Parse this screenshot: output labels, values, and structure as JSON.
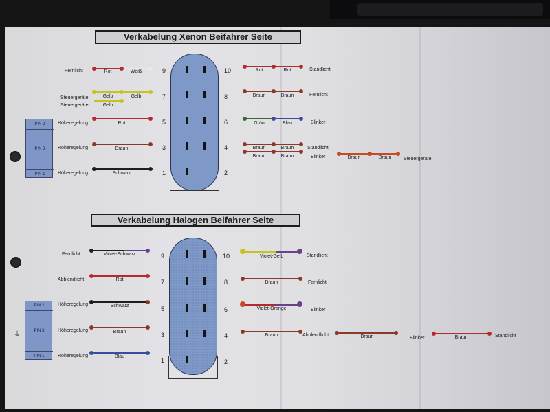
{
  "colors": {
    "rot": "#b52a30",
    "weiss": "#e8e8ea",
    "gelb": "#c6c21e",
    "braun": "#8a3a26",
    "schwarz": "#1e1e22",
    "gruen": "#2f6e2c",
    "blau": "#3a4d9c",
    "violet": "#6a3f8e",
    "orange": "#c84a22",
    "connector": "#7e98c8"
  },
  "xenon": {
    "title": "Verkabelung Xenon Beifahrer Seite",
    "left_pins": [
      {
        "num": "9",
        "label": "Fernlicht",
        "wire": "Rot",
        "wire2": "Weiß"
      },
      {
        "num": "7",
        "label": "Steuergeräte",
        "wire": "Gelb",
        "wire2": "Gelb"
      },
      {
        "num": "",
        "label": "Steuergeräte",
        "wire": "Gelb"
      },
      {
        "num": "5",
        "label": "Höheregelung",
        "wire": "Rot"
      },
      {
        "num": "3",
        "label": "Höheregelung",
        "wire": "Braun"
      },
      {
        "num": "1",
        "label": "Höheregelung",
        "wire": "Schwarz"
      }
    ],
    "right_pins": [
      {
        "num": "10",
        "wire": "Rot",
        "wire2": "Rot",
        "label": "Standlicht"
      },
      {
        "num": "8",
        "wire": "Braun",
        "wire2": "Braun",
        "label": "Fernlicht"
      },
      {
        "num": "6",
        "wire": "Grün",
        "wire2": "Blau",
        "label": "Blinker"
      },
      {
        "num": "4",
        "wire": "Braun",
        "wire2": "Braun",
        "label": "Standlicht"
      },
      {
        "num": "",
        "wire": "Braun",
        "wire2": "Braun",
        "label": "Blinker"
      },
      {
        "num": "2"
      }
    ],
    "extra": {
      "wire": "Braun",
      "wire2": "Braun",
      "label": "Steuergeräte"
    },
    "pinbox": [
      "PIN 2",
      "PIN 3",
      "PIN 1"
    ]
  },
  "halogen": {
    "title": "Verkabelung Halogen Beifahrer Seite",
    "left_pins": [
      {
        "num": "9",
        "label": "Fernlicht",
        "wire": "Violet-Schwarz"
      },
      {
        "num": "7",
        "label": "Abblendlicht",
        "wire": "Rot"
      },
      {
        "num": "5",
        "label": "Höheregelung",
        "wire": "Schwarz"
      },
      {
        "num": "3",
        "label": "Höheregelung",
        "wire": "Braun"
      },
      {
        "num": "1",
        "label": "Höheregelung",
        "wire": "Blau"
      }
    ],
    "right_pins": [
      {
        "num": "10",
        "wire": "Violet-Gelb",
        "label": "Standlicht"
      },
      {
        "num": "8",
        "wire": "Braun",
        "label": "Fernlicht"
      },
      {
        "num": "6",
        "wire": "Violet-Orange",
        "label": "Blinker"
      },
      {
        "num": "4",
        "wire": "Braun",
        "label": "Abblendlicht"
      },
      {
        "num": "2"
      }
    ],
    "chain": [
      {
        "wire": "Braun",
        "label": "Blinker"
      },
      {
        "wire": "Braun",
        "label": "Standlicht"
      }
    ],
    "pinbox": [
      "PIN 2",
      "PIN 3",
      "PIN 1"
    ]
  }
}
